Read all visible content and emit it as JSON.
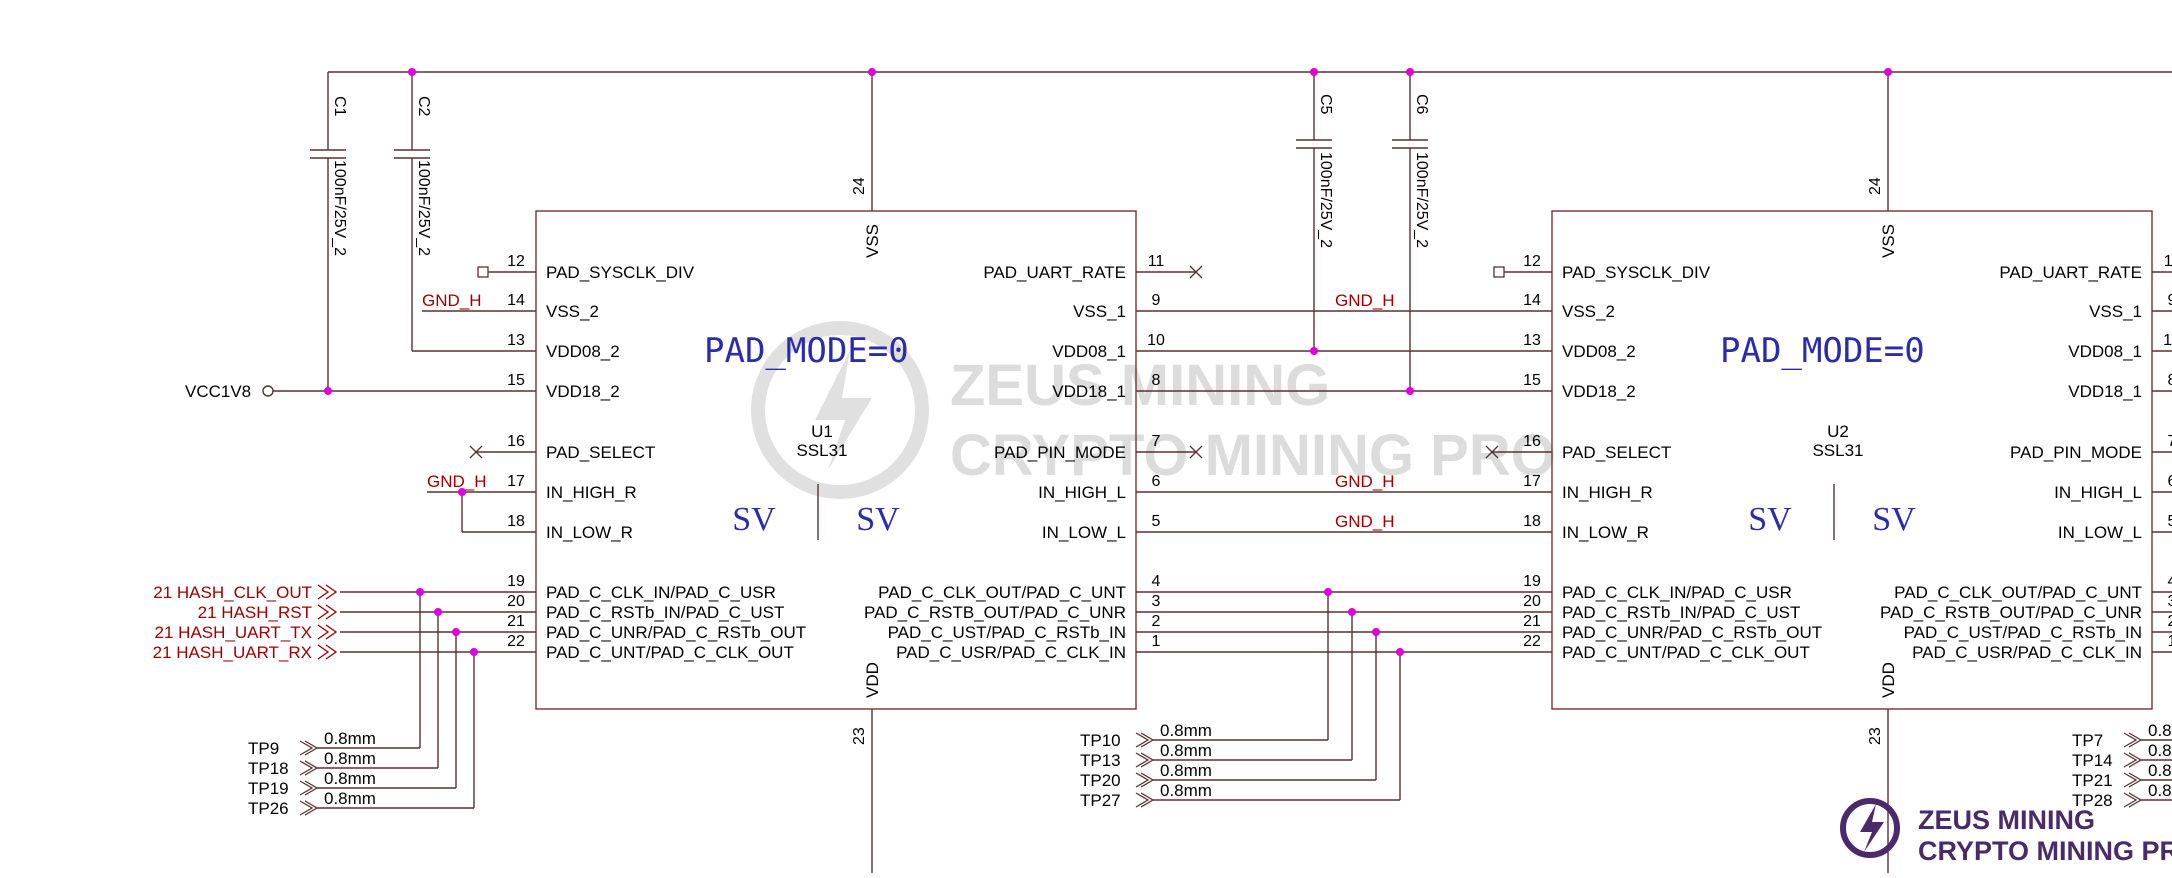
{
  "colors": {
    "wire": "#5a3030",
    "net_red": "#a00000",
    "text_blue": "#2b2bb0",
    "junction": "#e000e0",
    "logo": "#4a2a6a"
  },
  "capacitors": [
    {
      "ref": "C1",
      "value": "100nF/25V_2"
    },
    {
      "ref": "C2",
      "value": "100nF/25V_2"
    },
    {
      "ref": "C5",
      "value": "100nF/25V_2"
    },
    {
      "ref": "C6",
      "value": "100nF/25V_2"
    }
  ],
  "power": {
    "vcc": "VCC1V8",
    "gnd_h": "GND_H"
  },
  "chips": [
    {
      "ref": "U1",
      "part": "SSL31",
      "mode": "PAD_MODE=0",
      "sv_left": "SV",
      "sv_right": "SV"
    },
    {
      "ref": "U2",
      "part": "SSL31",
      "mode": "PAD_MODE=0",
      "sv_left": "SV",
      "sv_right": "SV"
    }
  ],
  "pins": {
    "top": {
      "num": "24",
      "name": "VSS"
    },
    "bottom": {
      "num": "23",
      "name": "VDD"
    },
    "left": [
      {
        "num": "12",
        "name": "PAD_SYSCLK_DIV"
      },
      {
        "num": "14",
        "name": "VSS_2"
      },
      {
        "num": "13",
        "name": "VDD08_2"
      },
      {
        "num": "15",
        "name": "VDD18_2"
      },
      {
        "num": "16",
        "name": "PAD_SELECT"
      },
      {
        "num": "17",
        "name": "IN_HIGH_R"
      },
      {
        "num": "18",
        "name": "IN_LOW_R"
      },
      {
        "num": "19",
        "name": "PAD_C_CLK_IN/PAD_C_USR"
      },
      {
        "num": "20",
        "name": "PAD_C_RSTb_IN/PAD_C_UST"
      },
      {
        "num": "21",
        "name": "PAD_C_UNR/PAD_C_RSTb_OUT"
      },
      {
        "num": "22",
        "name": "PAD_C_UNT/PAD_C_CLK_OUT"
      }
    ],
    "right": [
      {
        "num": "11",
        "name": "PAD_UART_RATE"
      },
      {
        "num": "9",
        "name": "VSS_1"
      },
      {
        "num": "10",
        "name": "VDD08_1"
      },
      {
        "num": "8",
        "name": "VDD18_1"
      },
      {
        "num": "7",
        "name": "PAD_PIN_MODE"
      },
      {
        "num": "6",
        "name": "IN_HIGH_L"
      },
      {
        "num": "5",
        "name": "IN_LOW_L"
      },
      {
        "num": "4",
        "name": "PAD_C_CLK_OUT/PAD_C_UNT"
      },
      {
        "num": "3",
        "name": "PAD_C_RSTB_OUT/PAD_C_UNR"
      },
      {
        "num": "2",
        "name": "PAD_C_UST/PAD_C_RSTb_IN"
      },
      {
        "num": "1",
        "name": "PAD_C_USR/PAD_C_CLK_IN"
      }
    ]
  },
  "hash_ports": [
    {
      "label": "21 HASH_CLK_OUT"
    },
    {
      "label": "21 HASH_RST"
    },
    {
      "label": "21 HASH_UART_TX"
    },
    {
      "label": "21 HASH_UART_RX"
    }
  ],
  "testpoints": {
    "size": "0.8mm",
    "group1": [
      "TP9",
      "TP18",
      "TP19",
      "TP26"
    ],
    "group2": [
      "TP10",
      "TP13",
      "TP20",
      "TP27"
    ],
    "group3": [
      "TP7",
      "TP14",
      "TP21",
      "TP28"
    ],
    "group3_size": "0.8"
  },
  "watermark": {
    "line1": "ZEUS MINING",
    "line2": "CRYPTO MINING PRO"
  },
  "logo": {
    "line1": "ZEUS MINING",
    "line2": "CRYPTO MINING PRO"
  }
}
